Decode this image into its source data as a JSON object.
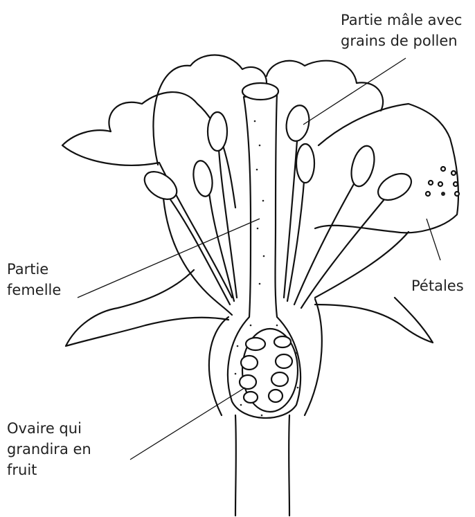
{
  "labels": {
    "male": "Partie mâle avec\ngrains de pollen",
    "female": "Partie\nfemelle",
    "petals": "Pétales",
    "ovary": "Ovaire qui\ngrandira en\nfruit"
  },
  "colors": {
    "ink": "#111111",
    "paper": "#ffffff",
    "text": "#222222"
  }
}
